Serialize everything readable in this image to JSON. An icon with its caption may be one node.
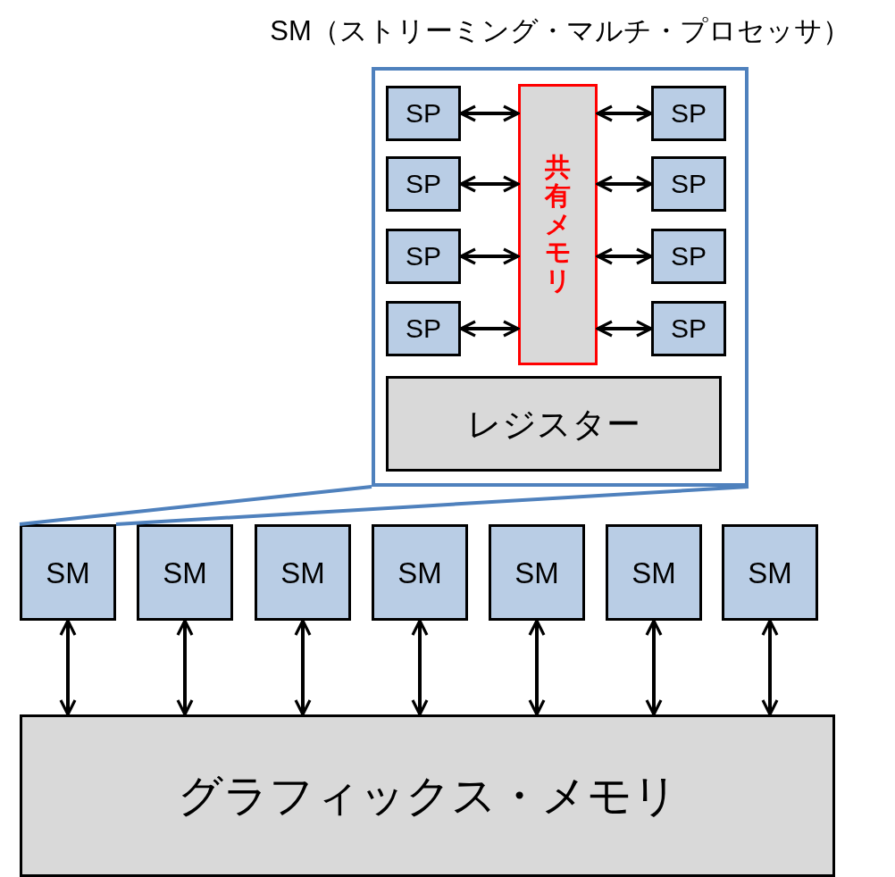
{
  "diagram": {
    "nodes": [
      {
        "text": [
          "SM（ストリーミング・マルチ・プロセッサ）"
        ]
      },
      {
        "text": [
          "SP"
        ],
        "in": 0
      },
      {
        "text": [
          "SP"
        ],
        "in": 0
      },
      {
        "text": [
          "SP"
        ],
        "in": 0
      },
      {
        "text": [
          "SP"
        ],
        "in": 0
      },
      {
        "text": [
          "SP"
        ],
        "in": 0
      },
      {
        "text": [
          "SP"
        ],
        "in": 0
      },
      {
        "text": [
          "SP"
        ],
        "in": 0
      },
      {
        "text": [
          "SP"
        ],
        "in": 0
      },
      {
        "text": [
          "共有メモリ"
        ],
        "in": 0
      },
      {
        "text": [
          "レジスター"
        ],
        "in": 0
      },
      {
        "text": [
          "SM"
        ]
      },
      {
        "text": [
          "SM"
        ]
      },
      {
        "text": [
          "SM"
        ]
      },
      {
        "text": [
          "SM"
        ]
      },
      {
        "text": [
          "SM"
        ]
      },
      {
        "text": [
          "SM"
        ]
      },
      {
        "text": [
          "SM"
        ]
      },
      {
        "text": [
          "グラフィックス・メモリ"
        ]
      }
    ],
    "edges": [
      {
        "from": 1,
        "to": 9,
        "arrow": "both"
      },
      {
        "from": 2,
        "to": 9,
        "arrow": "both"
      },
      {
        "from": 3,
        "to": 9,
        "arrow": "both"
      },
      {
        "from": 4,
        "to": 9,
        "arrow": "both"
      },
      {
        "from": 5,
        "to": 9,
        "arrow": "both"
      },
      {
        "from": 6,
        "to": 9,
        "arrow": "both"
      },
      {
        "from": 7,
        "to": 9,
        "arrow": "both"
      },
      {
        "from": 8,
        "to": 9,
        "arrow": "both"
      },
      {
        "from": 11,
        "to": 18,
        "arrow": "both"
      },
      {
        "from": 12,
        "to": 18,
        "arrow": "both"
      },
      {
        "from": 13,
        "to": 18,
        "arrow": "both"
      },
      {
        "from": 14,
        "to": 18,
        "arrow": "both"
      },
      {
        "from": 15,
        "to": 18,
        "arrow": "both"
      },
      {
        "from": 16,
        "to": 18,
        "arrow": "both"
      },
      {
        "from": 17,
        "to": 18,
        "arrow": "both"
      },
      {
        "from": 0,
        "to": 11,
        "arrow": "none",
        "color": "#4f81bd"
      },
      {
        "from": 0,
        "to": 11,
        "arrow": "none",
        "color": "#4f81bd"
      }
    ]
  }
}
